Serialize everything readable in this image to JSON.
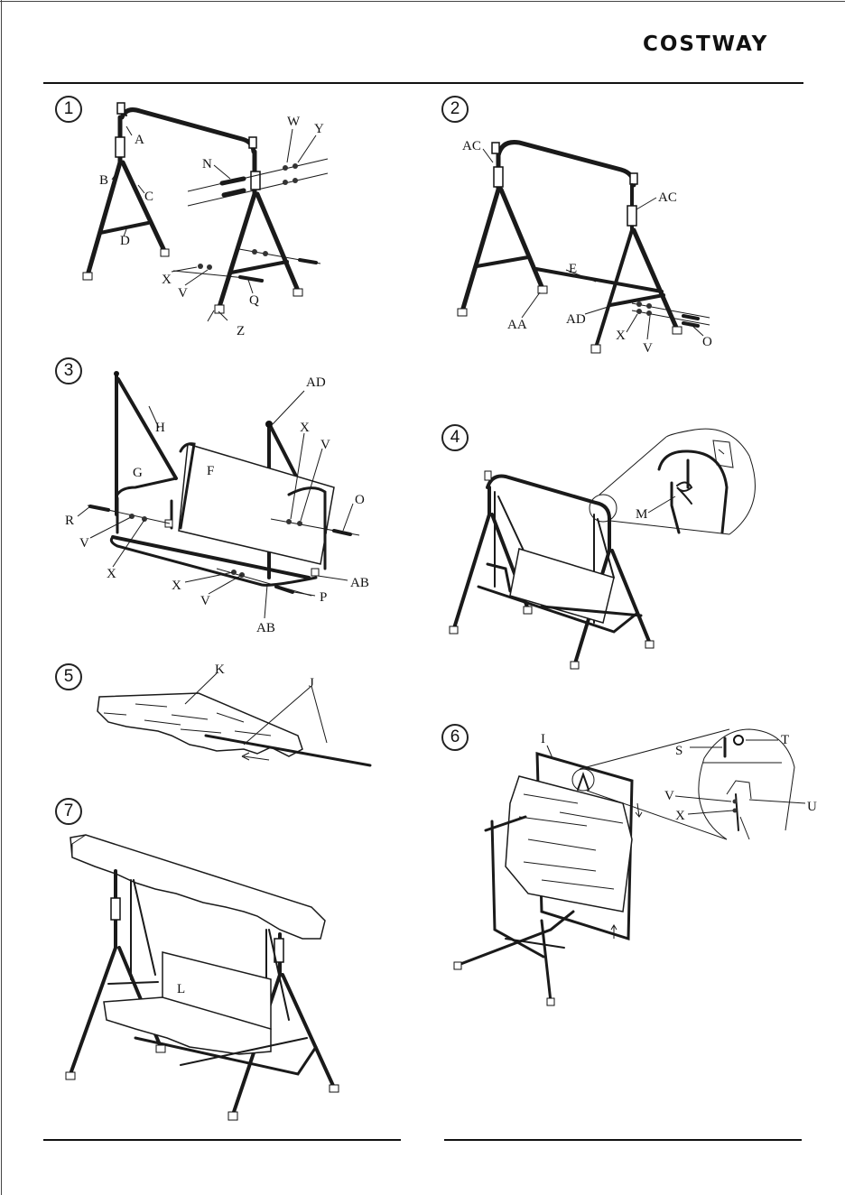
{
  "brand": "COSTWAY",
  "steps": [
    {
      "num": "1",
      "labels": [
        "A",
        "B",
        "C",
        "D",
        "N",
        "W",
        "Y",
        "X",
        "V",
        "Q",
        "Z"
      ]
    },
    {
      "num": "2",
      "labels": [
        "AC",
        "AC",
        "E",
        "AA",
        "AD",
        "X",
        "V",
        "O"
      ]
    },
    {
      "num": "3",
      "labels": [
        "AD",
        "H",
        "G",
        "F",
        "X",
        "V",
        "O",
        "R",
        "V",
        "X",
        "X",
        "V",
        "P",
        "AB",
        "AB"
      ]
    },
    {
      "num": "4",
      "labels": [
        "M"
      ]
    },
    {
      "num": "5",
      "labels": [
        "K",
        "J"
      ]
    },
    {
      "num": "6",
      "labels": [
        "I",
        "S",
        "T",
        "V",
        "U",
        "X"
      ]
    },
    {
      "num": "7",
      "labels": [
        "L"
      ]
    }
  ]
}
